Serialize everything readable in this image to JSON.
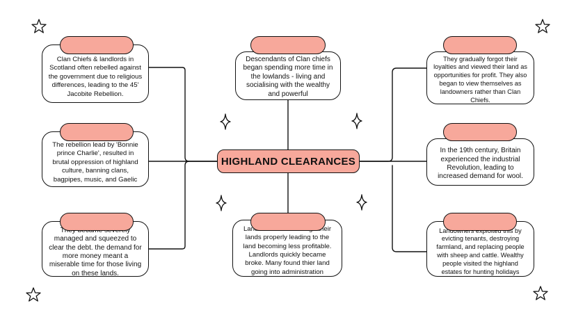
{
  "diagram": {
    "title": "HIGHLAND CLEARANCES",
    "nodes": {
      "left_top": "Clan Chiefs & landlords in Scotland often rebelled against the government due to religious differences, leading to the 45' Jacobite Rebellion.",
      "left_middle": "The rebellion lead by 'Bonnie prince Charlie', resulted in brutal oppression of highland culture, banning clans, bagpipes, music, and Gaelic",
      "left_bottom": "They became severely managed and squeezed to clear the debt. the demand for more money meant a miserable time for those living on these lands.",
      "center_top": "Descendants of Clan chiefs began spending more time in the lowlands - living and socialising with the wealthy and powerful",
      "center_bottom": "Landlords didn't manage their lands properly leading to the land becoming less profitable. Landlords quickly became broke. Many found thier land going into administration",
      "right_top": "They gradually forgot their loyalties and viewed their land as opportunities for profit. They also began to view themselves as landowners rather than Clan Chiefs.",
      "right_middle": "In the 19th century, Britain experienced the industrial Revolution, leading to increased demand for wool.",
      "right_bottom": "Landowners exploited this by evicting tenants, destroying farmland, and replacing people with sheep and cattle. Wealthy people visited the highland estates for hunting holidays"
    }
  }
}
